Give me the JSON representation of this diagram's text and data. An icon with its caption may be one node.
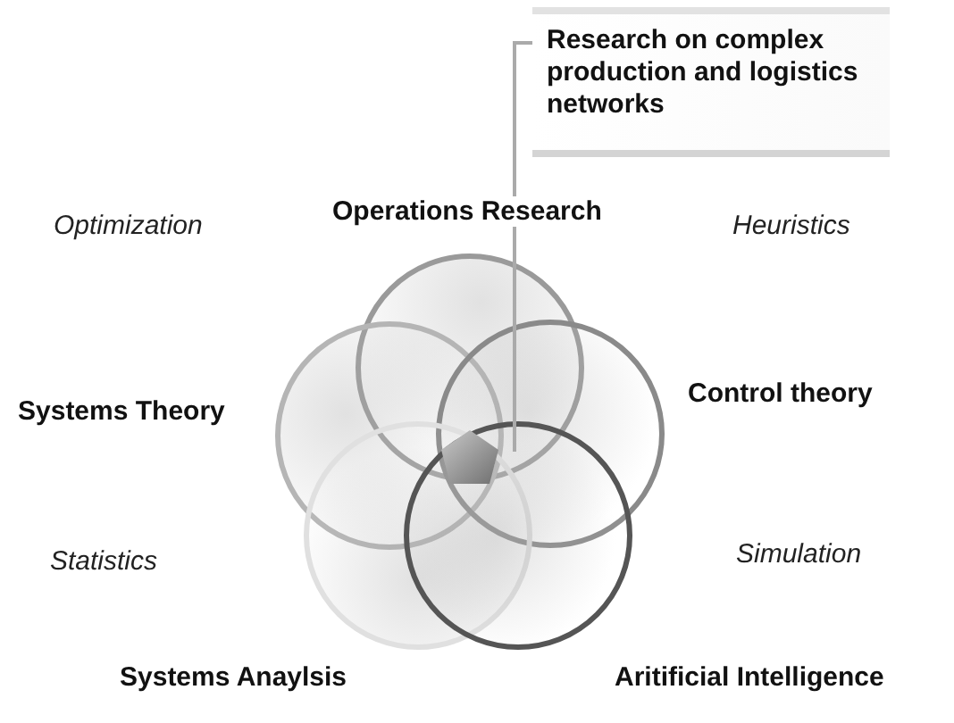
{
  "diagram": {
    "nodes": [
      {
        "text": [
          "Research on complex production and logistics networks"
        ]
      },
      {
        "text": [
          "Operations Research"
        ]
      },
      {
        "text": [
          "Systems Theory"
        ]
      },
      {
        "text": [
          "Control theory"
        ]
      },
      {
        "text": [
          "Systems Anaylsis"
        ]
      },
      {
        "text": [
          "Aritificial Intelligence"
        ]
      },
      {
        "text": [],
        "shape": "pentagon"
      }
    ],
    "edges": [
      {
        "from": 0,
        "to": 6,
        "arrow": "none"
      }
    ],
    "labels": [
      "Optimization",
      "Heuristics",
      "Statistics",
      "Simulation"
    ]
  }
}
